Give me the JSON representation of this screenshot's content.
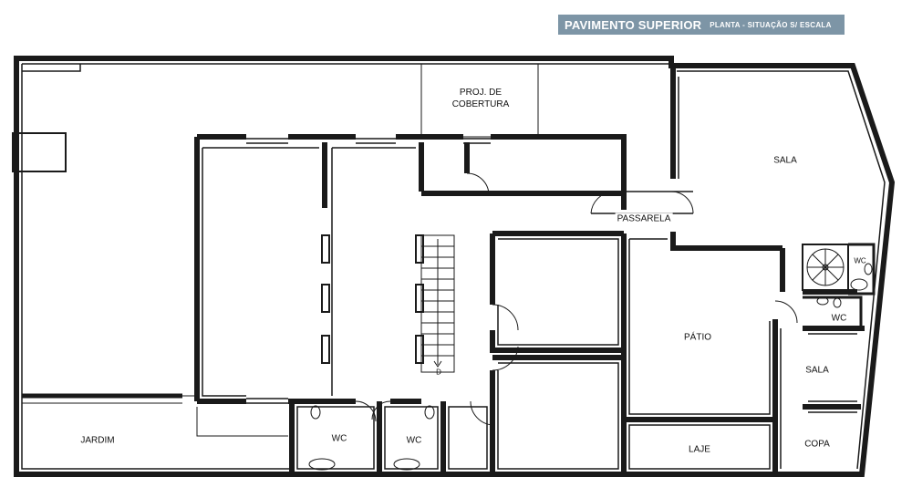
{
  "header": {
    "title": "PAVIMENTO SUPERIOR",
    "subtitle": "PLANTA - SITUAÇÃO S/ ESCALA"
  },
  "rooms": {
    "proj_cobertura_line1": "PROJ. DE",
    "proj_cobertura_line2": "COBERTURA",
    "sala_main": "SALA",
    "passarela": "PASSARELA",
    "patio": "PÁTIO",
    "sala_small": "SALA",
    "wc_small_1": "WC",
    "wc_small_2": "WC",
    "jardim": "JARDIM",
    "wc_left": "WC",
    "wc_right": "WC",
    "laje": "LAJE",
    "copa": "COPA"
  },
  "stair_mark": "D",
  "colors": {
    "wall": "#1a1a1a",
    "line": "#3a3a3a",
    "banner": "#7d95a6"
  }
}
